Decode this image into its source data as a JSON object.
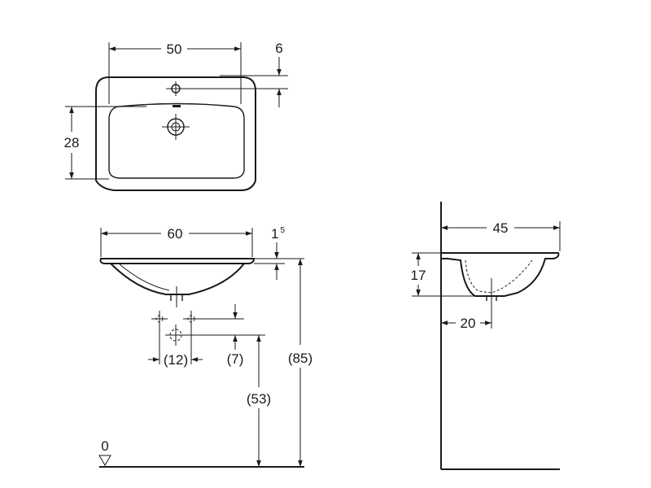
{
  "top_view": {
    "width_label": "50",
    "depth_label": "28",
    "tap_offset_label": "6"
  },
  "front_view": {
    "width_label": "60",
    "rim_label_main": "1",
    "rim_label_sup": "5",
    "drain_spacing_label": "(12)",
    "drain_drop_label": "(7)",
    "drain_height_label": "(53)",
    "rim_height_label": "(85)",
    "floor_level_label": "0"
  },
  "side_view": {
    "depth_label": "45",
    "bowl_height_label": "17",
    "drain_setback_label": "20"
  }
}
